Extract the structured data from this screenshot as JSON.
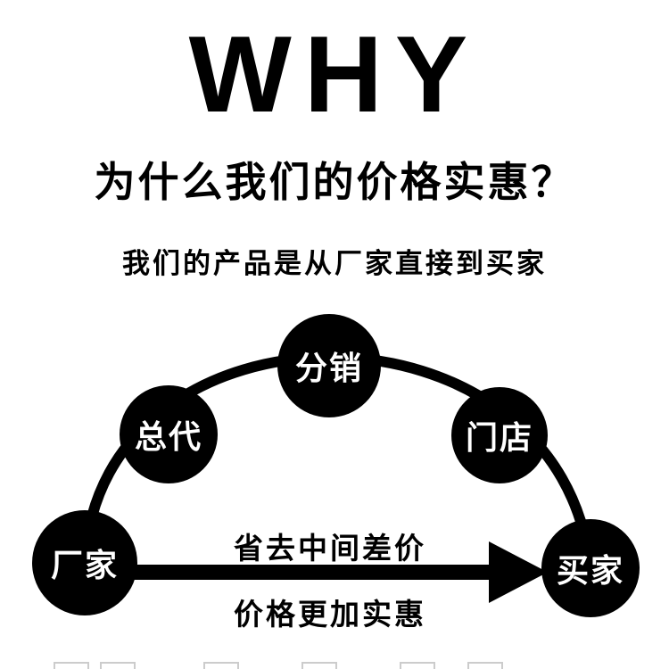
{
  "header": {
    "title": "WHY",
    "subtitle": "为什么我们的价格实惠？",
    "description": "我们的产品是从厂家直接到买家"
  },
  "diagram": {
    "nodes": [
      {
        "id": "factory",
        "label": "厂家"
      },
      {
        "id": "agent",
        "label": "总代"
      },
      {
        "id": "distribution",
        "label": "分销"
      },
      {
        "id": "store",
        "label": "门店"
      },
      {
        "id": "buyer",
        "label": "买家"
      }
    ],
    "arrow_text_top": "省去中间差价",
    "arrow_text_bottom": "价格更加实惠",
    "colors": {
      "node_background": "#000000",
      "node_text": "#ffffff",
      "text": "#000000",
      "background": "#ffffff",
      "arc": "#000000",
      "arrow": "#000000"
    }
  }
}
